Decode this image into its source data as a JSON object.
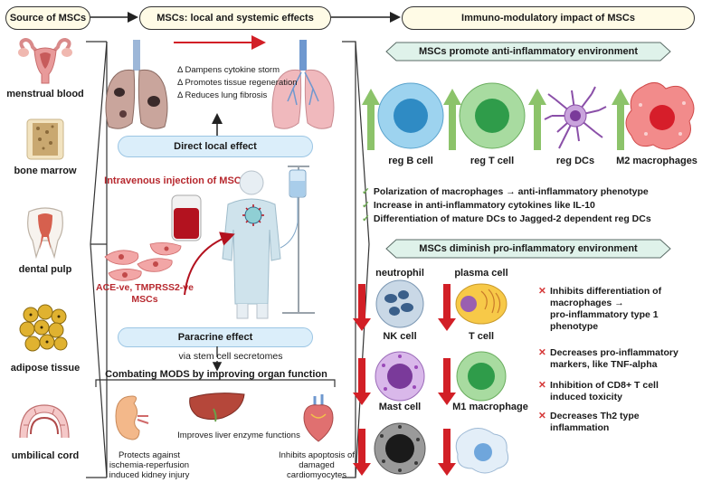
{
  "header": {
    "source": "Source of MSCs",
    "effects": "MSCs: local and systemic effects",
    "impact": "Immuno-modulatory impact of MSCs"
  },
  "sources": [
    "menstrual blood",
    "bone marrow",
    "dental pulp",
    "adipose tissue",
    "umbilical cord"
  ],
  "lung": {
    "effects": [
      "Δ Dampens cytokine storm",
      "Δ Promotes tissue regeneration",
      "Δ Reduces lung fibrosis"
    ]
  },
  "middle": {
    "direct": "Direct local effect",
    "injection": "Intravenous injection of MSCs",
    "msc_label_1": "ACE-ve, TMPRSS2-ve",
    "msc_label_2": "MSCs",
    "paracrine": "Paracrine effect",
    "secretomes": "via stem cell secretomes",
    "mods": "Combating MODS by improving organ function",
    "organs": {
      "kidney_1": "Protects against",
      "kidney_2": "ischemia-reperfusion",
      "kidney_3": "induced kidney injury",
      "liver": "Improves liver enzyme functions",
      "heart_1": "Inhibits apoptosis of",
      "heart_2": "damaged",
      "heart_3": "cardiomyocytes"
    }
  },
  "anti": {
    "banner": "MSCs promote anti-inflammatory environment",
    "cells": [
      "reg B cell",
      "reg T cell",
      "reg DCs",
      "M2 macrophages"
    ],
    "points": [
      "Polarization of macrophages → anti-inflammatory phenotype",
      "Increase in anti-inflammatory cytokines like IL-10",
      "Differentiation of mature DCs to Jagged-2 dependent reg DCs"
    ]
  },
  "pro": {
    "banner": "MSCs diminish pro-inflammatory environment",
    "cells": [
      "neutrophil",
      "plasma cell",
      "NK cell",
      "T cell",
      "Mast cell",
      "M1 macrophage"
    ],
    "points": [
      {
        "l1": "Inhibits differentiation of",
        "l2": "macrophages →",
        "l3": "pro-inflammatory type 1",
        "l4": "phenotype"
      },
      {
        "l1": "Decreases pro-inflammatory",
        "l2": "markers, like TNF-alpha"
      },
      {
        "l1": "Inhibition of CD8+ T cell",
        "l2": "induced toxicity"
      },
      {
        "l1": "Decreases Th2 type",
        "l2": "inflammation"
      }
    ]
  },
  "colors": {
    "green_arrow": "#8cc36a",
    "red_arrow": "#d21f26",
    "banner_fill": "#dff2ea",
    "lung_red": "#e0a0a6",
    "blood_red": "#b3121f"
  }
}
